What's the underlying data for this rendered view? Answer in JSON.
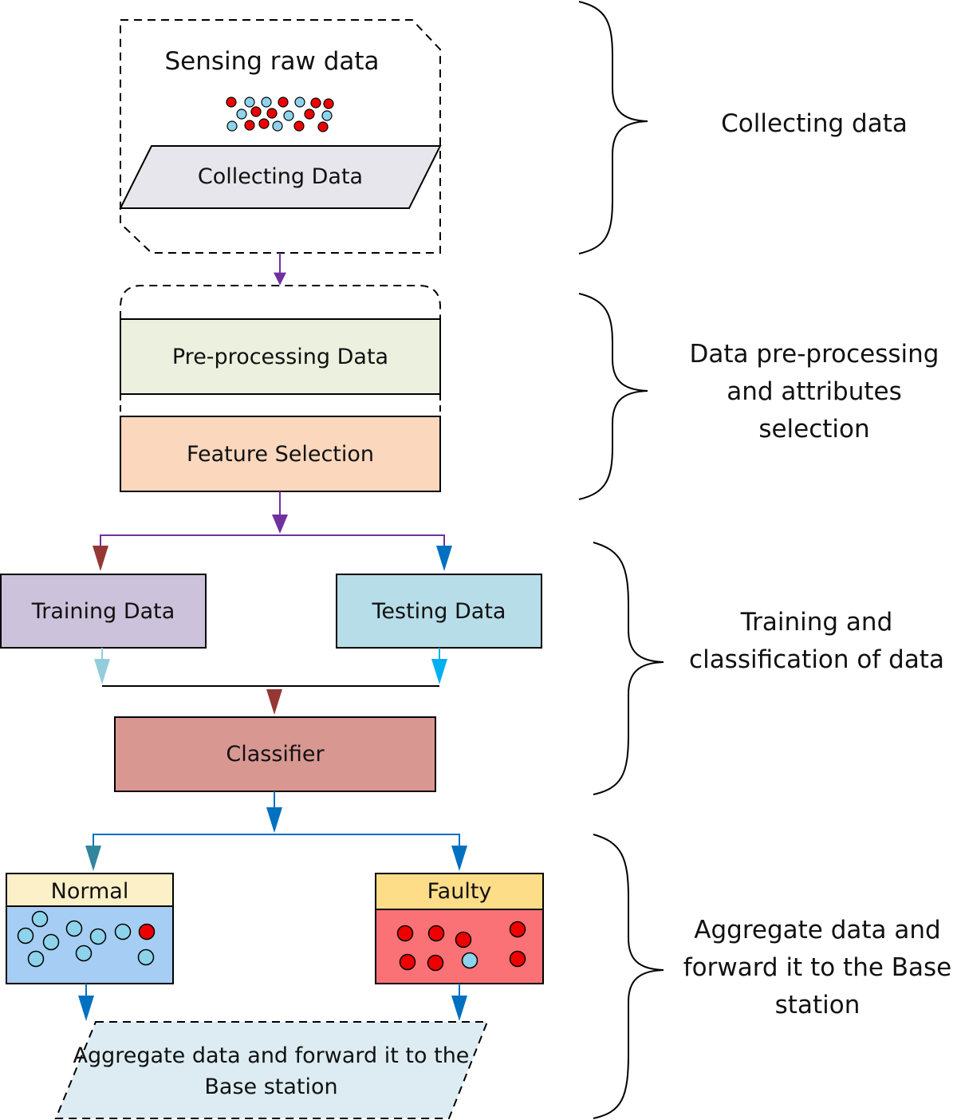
{
  "flow": {
    "sensing_title": "Sensing raw data",
    "collecting_box": "Collecting Data",
    "preprocessing_box": "Pre-processing Data",
    "feature_selection_box": "Feature Selection",
    "training_box": "Training Data",
    "testing_box": "Testing Data",
    "classifier_box": "Classifier",
    "normal_label": "Normal",
    "faulty_label": "Faulty",
    "aggregate_box_line1": "Aggregate data and forward it to the",
    "aggregate_box_line2": "Base station"
  },
  "stages": {
    "collecting": "Collecting data",
    "preprocessing_line1": "Data pre-processing",
    "preprocessing_line2": "and attributes",
    "preprocessing_line3": "selection",
    "training_line1": "Training and",
    "training_line2": "classification of data",
    "aggregate_line1": "Aggregate data and",
    "aggregate_line2": "forward it to the Base",
    "aggregate_line3": "station"
  },
  "colors": {
    "collecting_fill": "#e7e6ec",
    "preprocessing_fill": "#ebf1de",
    "feature_fill": "#fad7bd",
    "training_fill": "#cdc2db",
    "testing_fill": "#b7dde8",
    "classifier_fill": "#d99792",
    "normal_header": "#fbf0c8",
    "normal_body": "#a6cdf3",
    "faulty_header": "#fedd89",
    "faulty_body": "#fa7276",
    "aggregate_fill": "#dcecf2",
    "dot_red": "#ee0000",
    "dot_blue": "#8dd3ec",
    "arrow_purple": "#7030a0",
    "arrow_brown": "#953735",
    "arrow_blue": "#0070c0",
    "arrow_lightblue": "#93cddd",
    "arrow_cyan": "#00b0f0",
    "arrow_teal": "#31859c",
    "connector_purple": "#7030a0",
    "connector_blue": "#0070c0"
  }
}
